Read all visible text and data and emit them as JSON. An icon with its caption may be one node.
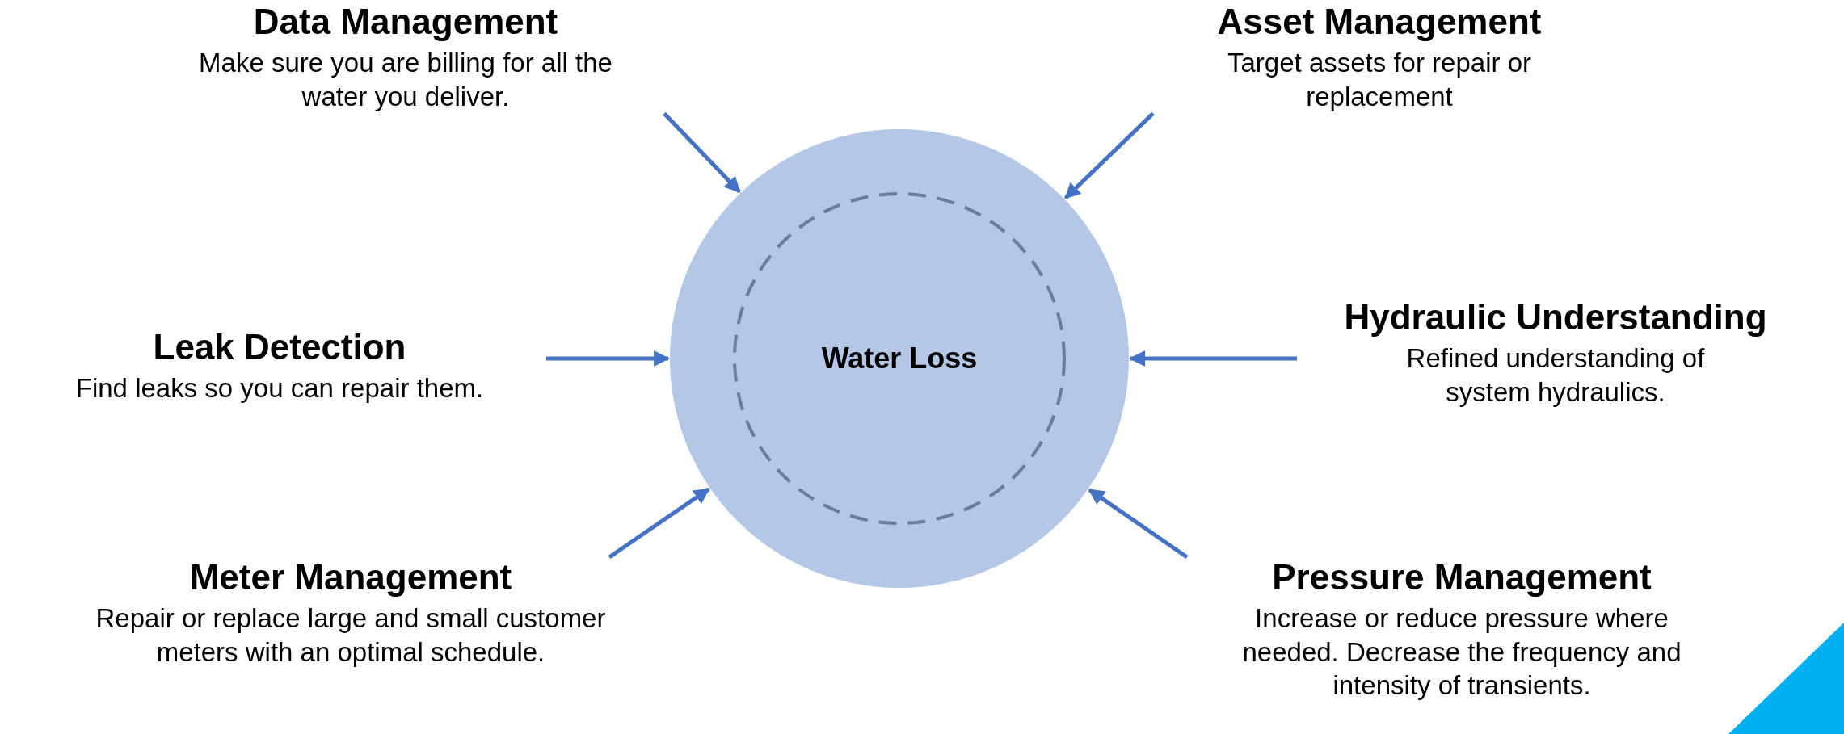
{
  "diagram": {
    "nodes": [
      {
        "text": [
          "Water Loss"
        ]
      },
      {
        "text": [
          "Data Management",
          "Make sure you are billing for all the water you deliver."
        ]
      },
      {
        "text": [
          "Asset Management",
          "Target assets for repair or replacement"
        ]
      },
      {
        "text": [
          "Leak Detection",
          "Find leaks so you can repair them."
        ]
      },
      {
        "text": [
          "Hydraulic Understanding",
          "Refined understanding of system hydraulics."
        ]
      },
      {
        "text": [
          "Meter Management",
          "Repair or replace large and small customer meters with an optimal schedule."
        ]
      },
      {
        "text": [
          "Pressure Management",
          "Increase or reduce pressure where needed. Decrease the frequency and intensity of transients."
        ]
      }
    ],
    "edges": [
      {
        "from": 1,
        "to": 0,
        "arrow": "to"
      },
      {
        "from": 2,
        "to": 0,
        "arrow": "to"
      },
      {
        "from": 3,
        "to": 0,
        "arrow": "to"
      },
      {
        "from": 4,
        "to": 0,
        "arrow": "to"
      },
      {
        "from": 5,
        "to": 0,
        "arrow": "to"
      },
      {
        "from": 6,
        "to": 0,
        "arrow": "to"
      }
    ]
  }
}
